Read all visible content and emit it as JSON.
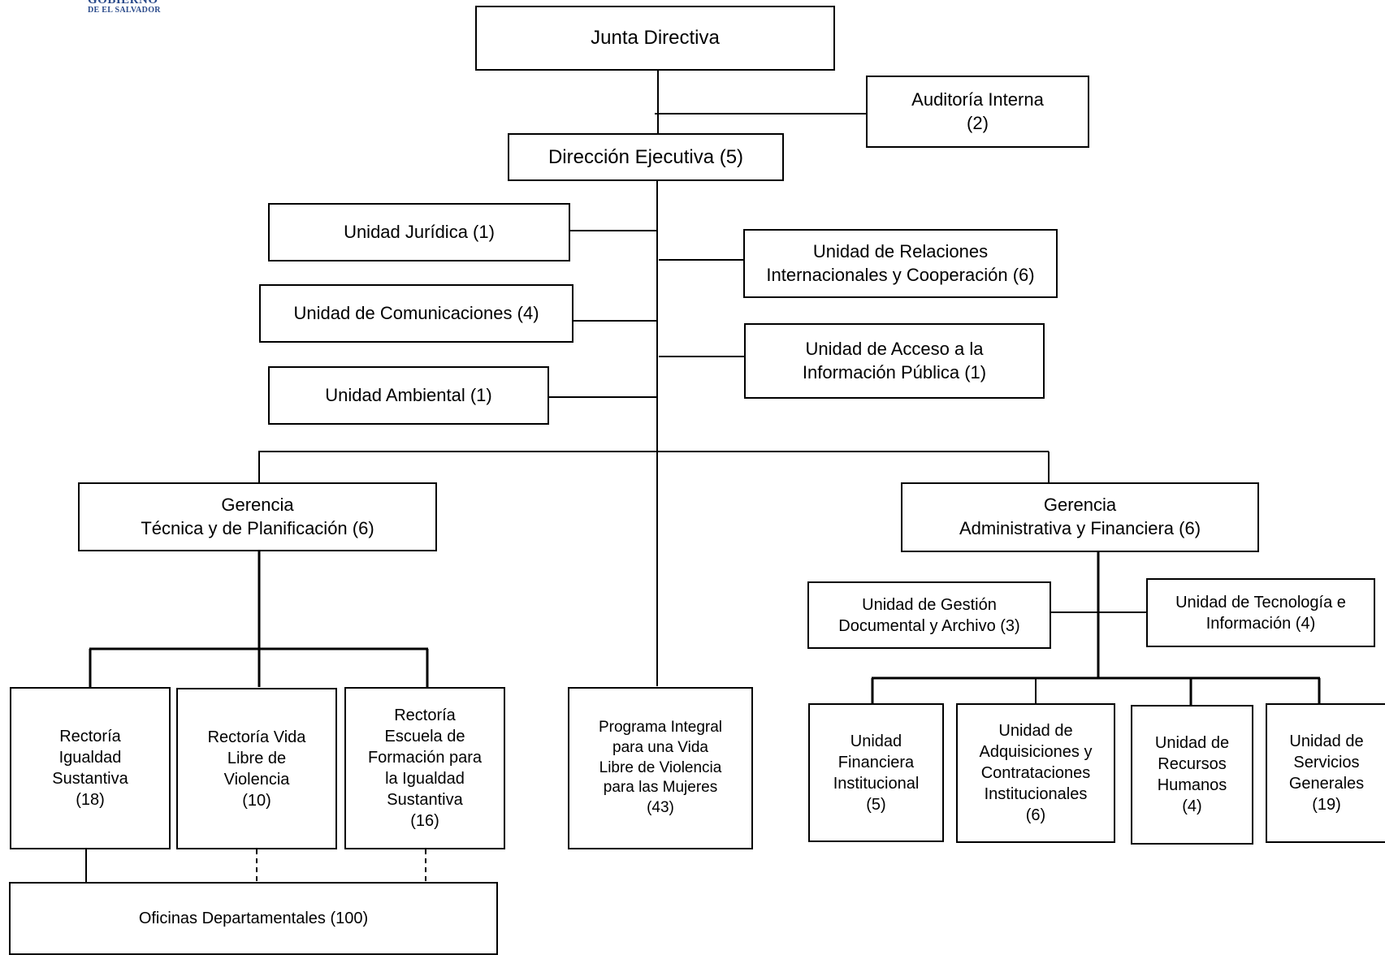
{
  "logo": {
    "line1": "GOBIERNO",
    "line2": "DE EL SALVADOR"
  },
  "boxes": {
    "junta": "Junta Directiva",
    "auditoria": "Auditoría Interna\n(2)",
    "direccion": "Dirección Ejecutiva  (5)",
    "juridica": "Unidad Jurídica   (1)",
    "relaciones": "Unidad de Relaciones\nInternacionales y Cooperación (6)",
    "comunicaciones": "Unidad de Comunicaciones (4)",
    "acceso": "Unidad de Acceso a la\nInformación Pública (1)",
    "ambiental": "Unidad Ambiental (1)",
    "gerencia_tecnica": "Gerencia\nTécnica y de Planificación (6)",
    "gerencia_admin": "Gerencia\nAdministrativa y Financiera (6)",
    "gestion_documental": "Unidad de Gestión\nDocumental y Archivo (3)",
    "tecnologia": "Unidad de Tecnología e\nInformación (4)",
    "rectoria_igualdad": "Rectoría\nIgualdad\nSustantiva\n(18)",
    "rectoria_vida": "Rectoría Vida\nLibre de\nViolencia\n(10)",
    "rectoria_escuela": "Rectoría\nEscuela de\nFormación para\nla Igualdad\nSustantiva\n(16)",
    "programa_integral": "Programa Integral\npara una Vida\nLibre de Violencia\npara las Mujeres\n(43)",
    "financiera": "Unidad\nFinanciera\nInstitucional\n(5)",
    "adquisiciones": "Unidad de\nAdquisiciones y\nContrataciones\nInstitucionales\n(6)",
    "recursos_humanos": "Unidad de\nRecursos\nHumanos\n(4)",
    "servicios_generales": "Unidad de\nServicios\nGenerales\n(19)",
    "oficinas": "Oficinas Departamentales   (100)"
  }
}
